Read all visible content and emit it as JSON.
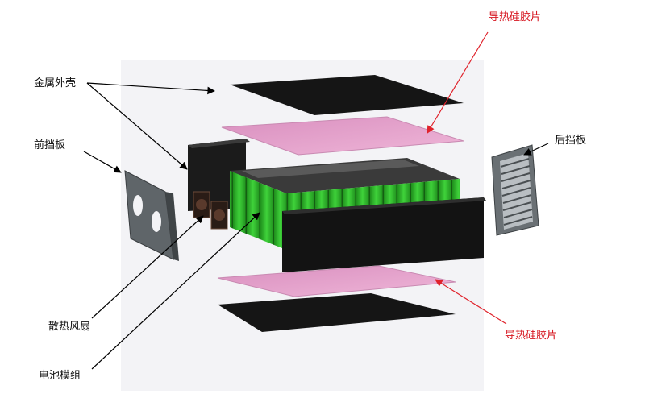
{
  "labels": {
    "metal_shell": "金属外壳",
    "front_baffle": "前挡板",
    "cooling_fan": "散热风扇",
    "battery_module": "电池模组",
    "thermal_pad_top": "导热硅胶片",
    "thermal_pad_bottom": "导热硅胶片",
    "rear_baffle": "后挡板"
  },
  "colors": {
    "label_text": "#111111",
    "thermal_pad_label": "#d6141e",
    "thermal_pad": "#e6a8cf",
    "cell_green": "#2fb52a",
    "shell_black": "#151515",
    "backdrop": "#f1f1f5",
    "leader_black": "#000000",
    "leader_red": "#e0222b"
  },
  "icons": [
    "arrow-head-icon"
  ]
}
